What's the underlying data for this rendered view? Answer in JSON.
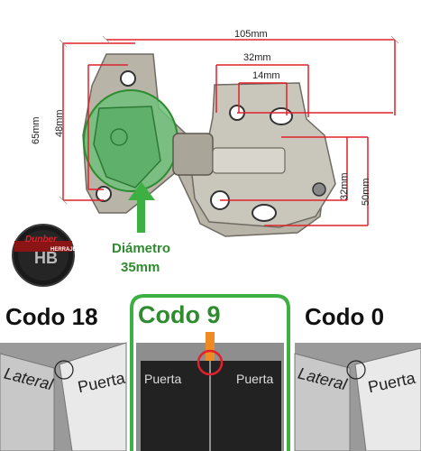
{
  "dimensions": {
    "width_total": "105mm",
    "width_32": "32mm",
    "width_14": "14mm",
    "height_65": "65mm",
    "height_48": "48mm",
    "height_32": "32mm",
    "height_50": "50mm"
  },
  "diametro": {
    "line1": "Diámetro",
    "line2": "35mm"
  },
  "logo": {
    "top": "Dunber",
    "mid": "HB",
    "sub": "HERRAJES"
  },
  "codos": [
    {
      "title": "Codo 18",
      "labels": [
        "Lateral",
        "Puerta"
      ]
    },
    {
      "title": "Codo 9",
      "labels": [
        "Puerta",
        "Puerta"
      ]
    },
    {
      "title": "Codo 0",
      "labels": [
        "Lateral",
        "Puerta"
      ]
    }
  ],
  "colors": {
    "accent_green": "#3cb043",
    "dim_red": "#e0202a",
    "orange": "#f08a24"
  }
}
